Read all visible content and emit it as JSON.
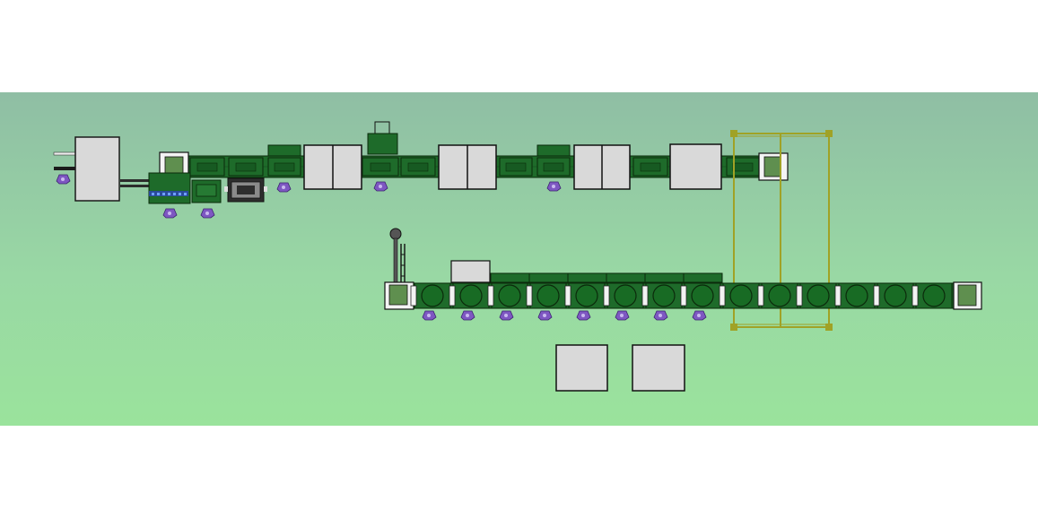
{
  "colors": {
    "viewport_top": "#8fbea4",
    "viewport_bottom": "#9ae39c",
    "module_green": "#1e6b2a",
    "module_dark": "#0f4a18",
    "cabinet_grey": "#d9d9d9",
    "frame_olive": "#a0a226",
    "motor_purple": "#7e57c2"
  },
  "top_line": {
    "modules": [
      {
        "id": "m1",
        "label": ""
      },
      {
        "id": "m2",
        "label": ""
      },
      {
        "id": "m3",
        "label": ""
      },
      {
        "id": "m4",
        "label": ""
      },
      {
        "id": "m5",
        "label": ""
      },
      {
        "id": "m6",
        "label": ""
      },
      {
        "id": "m7",
        "label": ""
      },
      {
        "id": "m8",
        "label": ""
      },
      {
        "id": "m9",
        "label": ""
      },
      {
        "id": "m10",
        "label": ""
      }
    ]
  },
  "bottom_line": {
    "rollers": 14
  },
  "icons": {
    "motor": "motor-icon",
    "frame": "gantry-frame",
    "tower": "signal-tower-icon"
  }
}
